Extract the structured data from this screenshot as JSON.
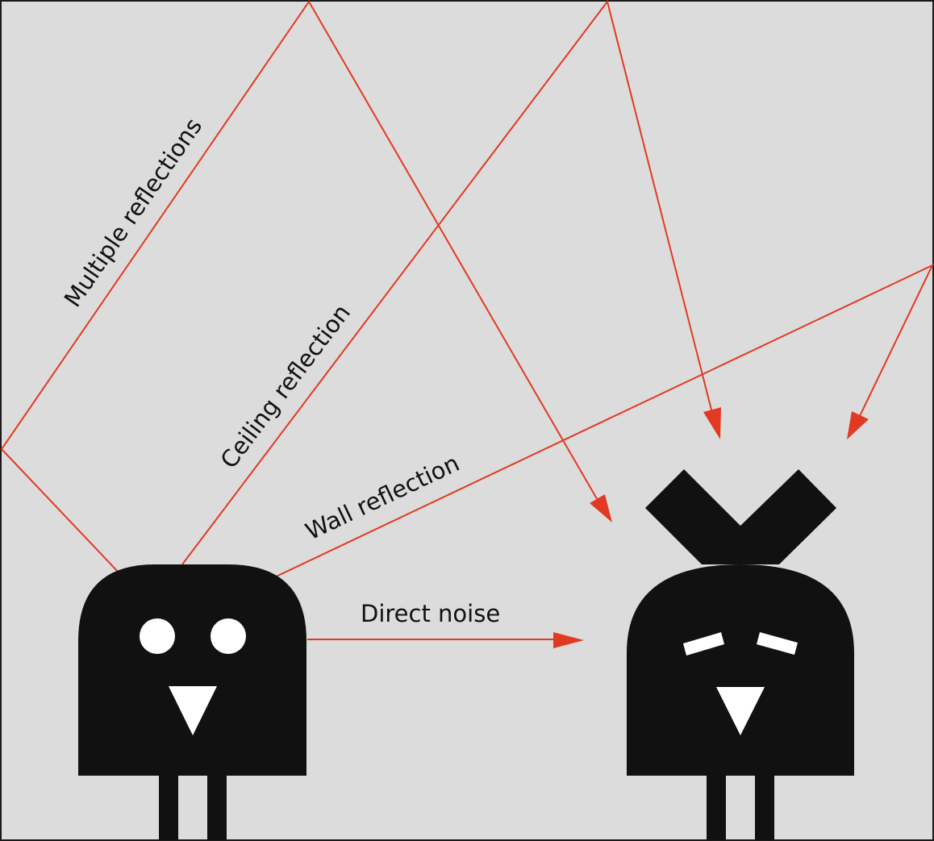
{
  "labels": {
    "multiple_reflections": "Multiple reflections",
    "ceiling_reflection": "Ceiling reflection",
    "wall_reflection": "Wall reflection",
    "direct_noise": "Direct noise"
  },
  "colors": {
    "room_background": "#dcdcdc",
    "ray": "#e23a22",
    "figure": "#111111",
    "features": "#ffffff"
  }
}
